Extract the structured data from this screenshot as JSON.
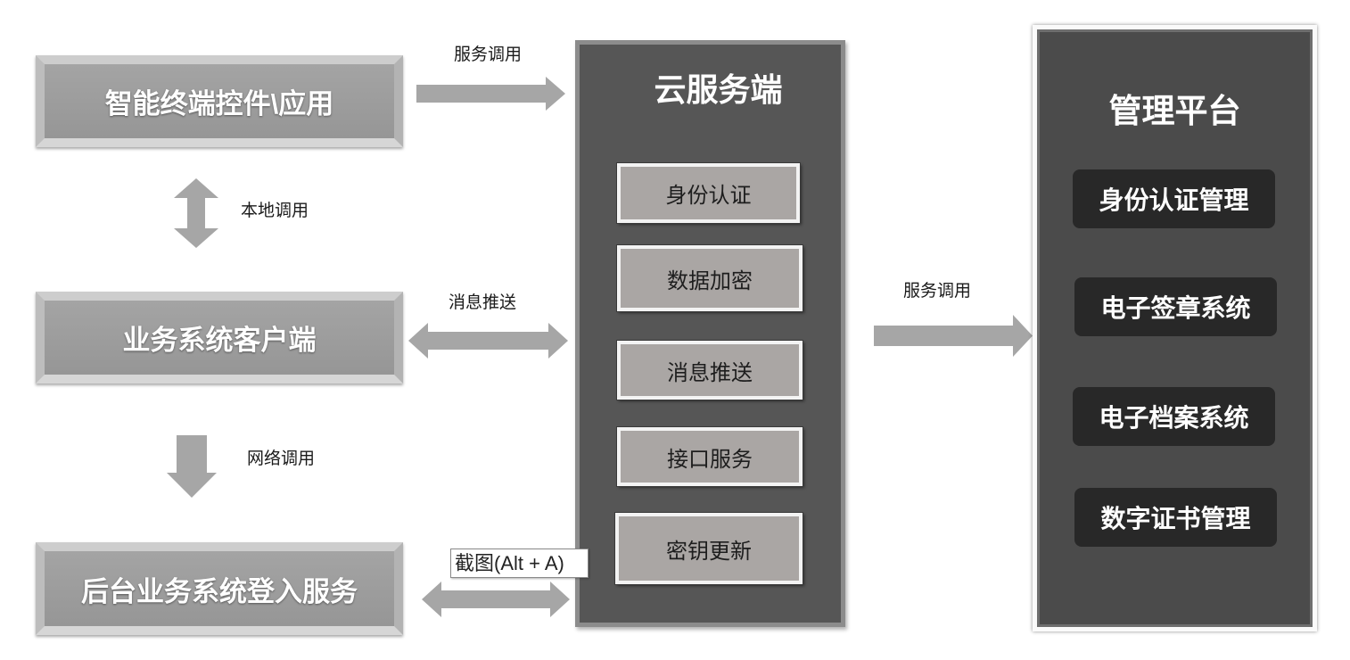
{
  "left_boxes": [
    {
      "label": "智能终端控件\\应用"
    },
    {
      "label": "业务系统客户端"
    },
    {
      "label": "后台业务系统登入服务"
    }
  ],
  "connector_labels": {
    "terminal_to_cloud": "服务调用",
    "local_call": "本地调用",
    "client_cloud": "消息推送",
    "network_call": "网络调用",
    "cloud_to_platform": "服务调用"
  },
  "cloud": {
    "title": "云服务端",
    "services": [
      "身份认证",
      "数据加密",
      "消息推送",
      "接口服务",
      "密钥更新"
    ]
  },
  "platform": {
    "title": "管理平台",
    "modules": [
      "身份认证管理",
      "电子签章系统",
      "电子档案系统",
      "数字证书管理"
    ]
  },
  "tooltip": {
    "text": "截图(Alt + A)"
  },
  "colors": {
    "arrow": "#a6a6a6",
    "cloud_panel": "#565656",
    "service_box": "#aaa6a4",
    "platform_panel": "#4b4b4b",
    "module_box": "#282828"
  }
}
